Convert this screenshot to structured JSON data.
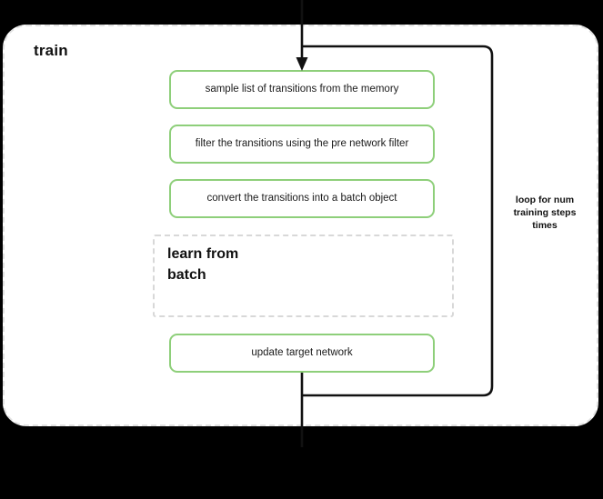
{
  "diagram": {
    "type": "flowchart",
    "background_color": "#000000",
    "canvas_color": "#ffffff",
    "accent_color": "#8ecf7a",
    "dashed_border_color": "#e2e2e2",
    "title": "train"
  },
  "train_block": {
    "title": "train",
    "steps": [
      {
        "label": "sample list of transitions from the memory",
        "style": "green-rounded"
      },
      {
        "label": "filter the transitions using the pre network filter",
        "style": "green-rounded"
      },
      {
        "label": "convert the transitions into a batch object",
        "style": "green-rounded"
      },
      {
        "label": "update target network",
        "style": "green-rounded"
      }
    ],
    "subblock": {
      "label": "learn from\nbatch",
      "label_line_1": "learn from",
      "label_line_2": "batch",
      "style": "dashed-rectangle"
    },
    "loop": {
      "caption": "loop for num\ntraining steps\ntimes",
      "caption_line_1": "loop for num",
      "caption_line_2": "training steps",
      "caption_line_3": "times"
    }
  },
  "connectors": {
    "entry_arrow": "arrow-down-into-first-step",
    "loop_back": "right-side-feedback-loop",
    "exit_line": "line-down-out-of-block"
  }
}
